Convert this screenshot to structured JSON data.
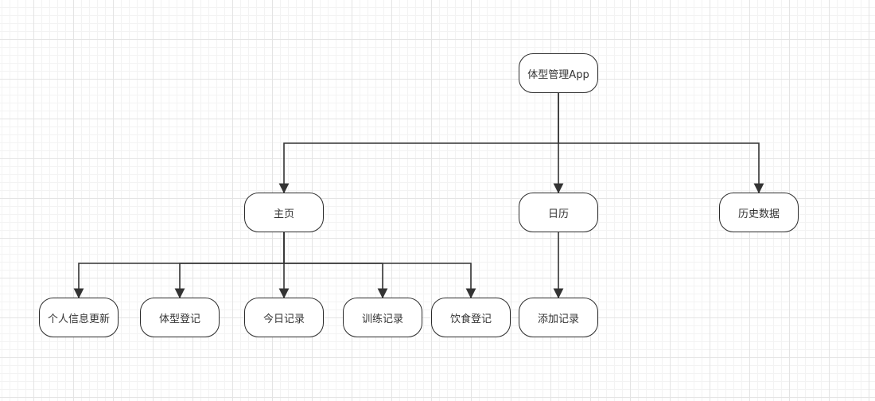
{
  "diagram": {
    "root": "体型管理App",
    "level1": {
      "home": "主页",
      "calendar": "日历",
      "history": "历史数据"
    },
    "home_children": {
      "profile_update": "个人信息更新",
      "body_register": "体型登记",
      "today_record": "今日记录",
      "training_record": "训练记录",
      "diet_register": "饮食登记"
    },
    "calendar_children": {
      "add_record": "添加记录"
    }
  },
  "colors": {
    "line": "#333333",
    "node_border": "#2b2b2b",
    "grid": "#e4e4e4"
  }
}
